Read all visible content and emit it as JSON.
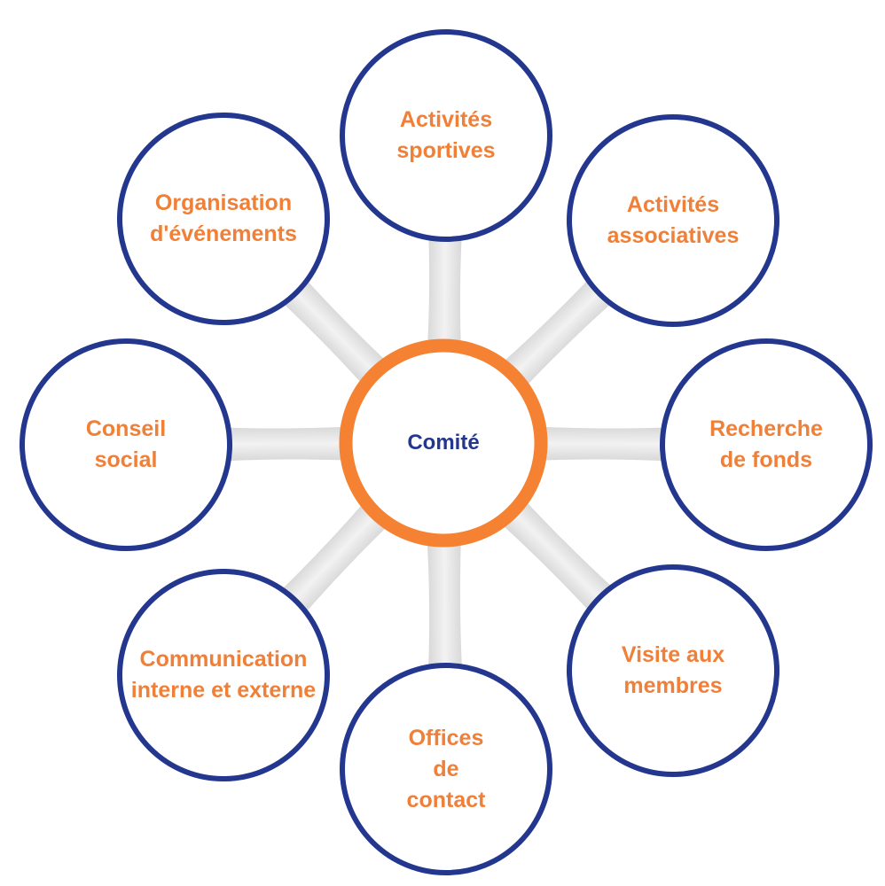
{
  "diagram": {
    "center": {
      "label": "Comité"
    },
    "nodes": [
      {
        "id": "activites-sportives",
        "lines": [
          "Activités",
          "sportives"
        ]
      },
      {
        "id": "activites-associatives",
        "lines": [
          "Activités",
          "associatives"
        ]
      },
      {
        "id": "recherche-de-fonds",
        "lines": [
          "Recherche",
          "de fonds"
        ]
      },
      {
        "id": "visite-aux-membres",
        "lines": [
          "Visite aux",
          "membres"
        ]
      },
      {
        "id": "offices-de-contact",
        "lines": [
          "Offices",
          "de",
          "contact"
        ]
      },
      {
        "id": "communication",
        "lines": [
          "Communication",
          "interne et externe"
        ]
      },
      {
        "id": "conseil-social",
        "lines": [
          "Conseil",
          "social"
        ]
      },
      {
        "id": "organisation-evenements",
        "lines": [
          "Organisation",
          "d'événements"
        ]
      }
    ]
  },
  "colors": {
    "node_ring": "#24378F",
    "center_ring": "#F58233",
    "node_text": "#F07F37",
    "center_text": "#24378F",
    "connector": "#D9D9D9"
  }
}
